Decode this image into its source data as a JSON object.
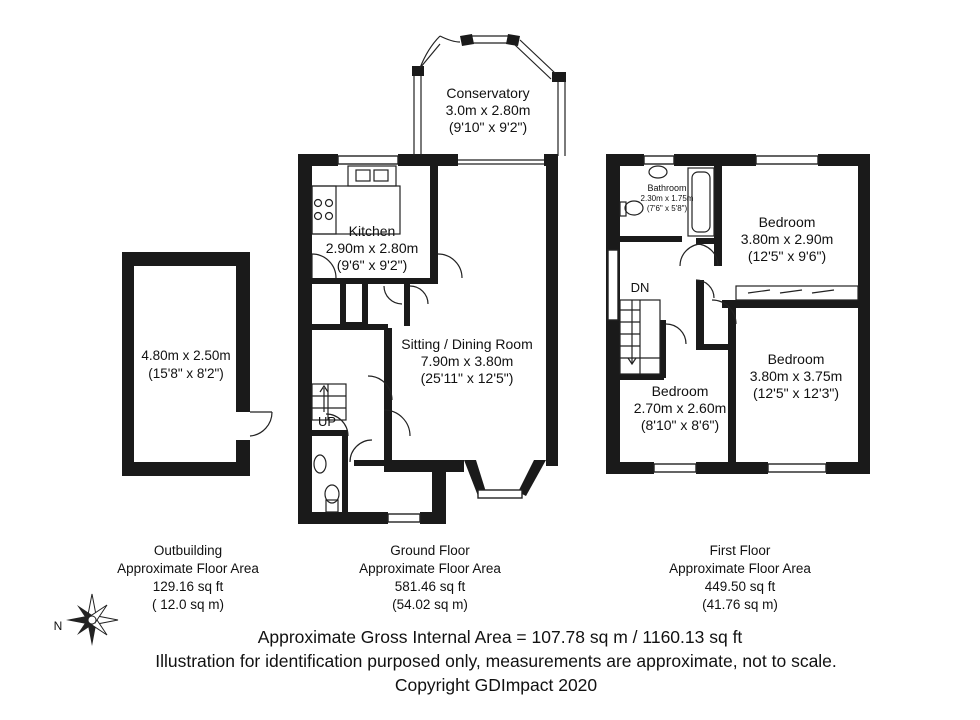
{
  "rooms": {
    "outbuilding": {
      "dims": "4.80m x 2.50m",
      "imperial": "(15'8\" x 8'2\")"
    },
    "conservatory": {
      "name": "Conservatory",
      "dims": "3.0m x 2.80m",
      "imperial": "(9'10\" x 9'2\")"
    },
    "kitchen": {
      "name": "Kitchen",
      "dims": "2.90m x 2.80m",
      "imperial": "(9'6\" x 9'2\")"
    },
    "sitting": {
      "name": "Sitting / Dining Room",
      "dims": "7.90m x 3.80m",
      "imperial": "(25'11\" x 12'5\")"
    },
    "bathroom": {
      "name": "Bathroom",
      "dims": "2.30m x 1.75m",
      "imperial": "(7'6\" x 5'8\")"
    },
    "bedroom1": {
      "name": "Bedroom",
      "dims": "3.80m x 2.90m",
      "imperial": "(12'5\" x 9'6\")"
    },
    "bedroom2": {
      "name": "Bedroom",
      "dims": "3.80m x 3.75m",
      "imperial": "(12'5\" x 12'3\")"
    },
    "bedroom3": {
      "name": "Bedroom",
      "dims": "2.70m x 2.60m",
      "imperial": "(8'10\" x 8'6\")"
    }
  },
  "stair_labels": {
    "up": "UP",
    "down": "DN"
  },
  "floors": {
    "outbuilding": {
      "name": "Outbuilding",
      "label": "Approximate Floor Area",
      "sqft": "129.16 sq ft",
      "sqm": "( 12.0 sq m)"
    },
    "ground": {
      "name": "Ground Floor",
      "label": "Approximate Floor Area",
      "sqft": "581.46 sq ft",
      "sqm": "(54.02 sq m)"
    },
    "first": {
      "name": "First Floor",
      "label": "Approximate Floor Area",
      "sqft": "449.50 sq ft",
      "sqm": "(41.76 sq m)"
    }
  },
  "compass": {
    "label": "N"
  },
  "footer": {
    "gross": "Approximate Gross Internal Area = 107.78 sq m / 1160.13 sq ft",
    "disclaimer": "Illustration for identification purposed only, measurements are approximate, not to scale.",
    "copyright": "Copyright GDImpact 2020"
  }
}
